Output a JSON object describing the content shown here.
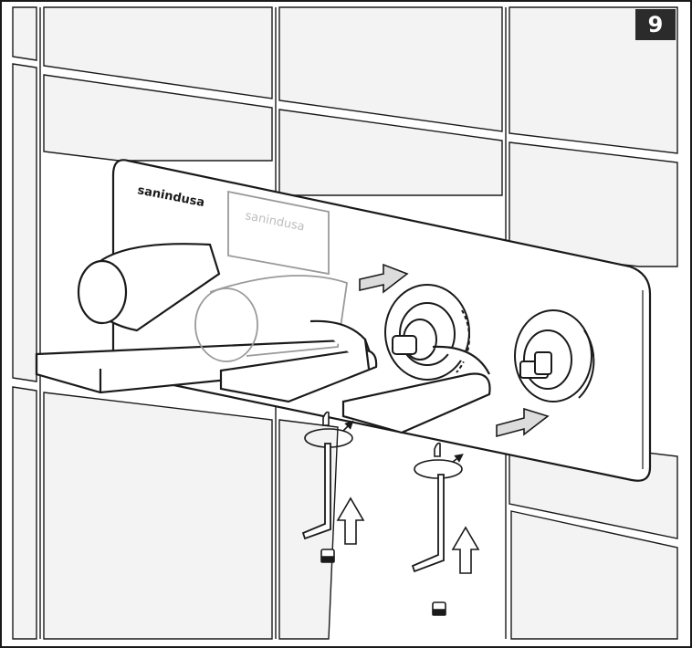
{
  "step": {
    "number": "9"
  },
  "plate": {
    "brand_primary": "sanindusa",
    "brand_ghost": "sanindusa"
  },
  "colors": {
    "line": "#1a1a1a",
    "tile": "#f1f1f1",
    "grout": "#ffffff",
    "badge": "#2b2b2b",
    "arrow_fill": "#dcdcdc"
  }
}
